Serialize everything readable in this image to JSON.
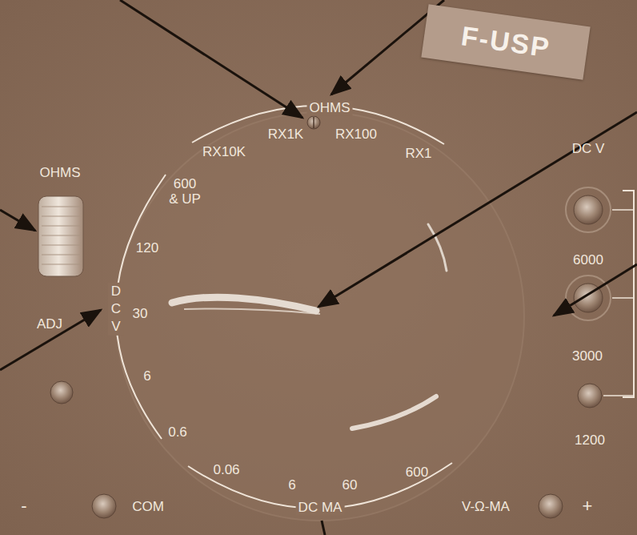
{
  "diagram": {
    "nodes": [
      {
        "text": [
          "F-USP"
        ]
      }
    ],
    "labels": [
      "OHMS",
      "RX10K",
      "RX1K",
      "RX100",
      "RX1",
      "OHMS",
      "600 & UP",
      "120",
      "D C V",
      "30",
      "6",
      "0.6",
      "ADJ",
      "0.06",
      "6",
      "60",
      "600",
      "DC MA",
      "DC V",
      "6000",
      "3000",
      "1200",
      "-",
      "COM",
      "V-Ω-MA",
      "+"
    ]
  }
}
